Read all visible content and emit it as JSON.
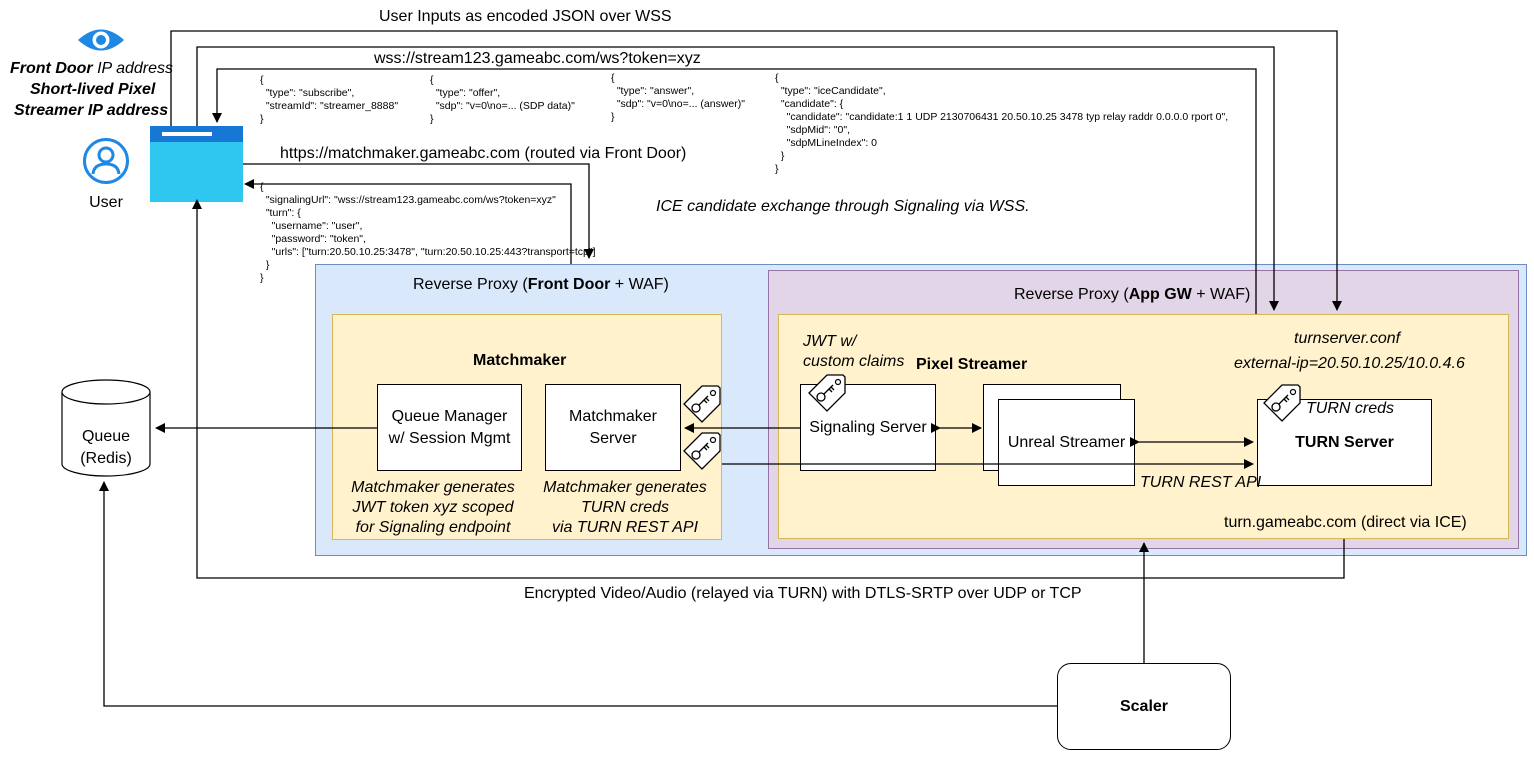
{
  "top_arrow_label": "User Inputs as encoded JSON over WSS",
  "wss_url_label": "wss://stream123.gameabc.com/ws?token=xyz",
  "https_label": "https://matchmaker.gameabc.com (routed via Front Door)",
  "ice_exchange_label": "ICE candidate exchange through Signaling via WSS.",
  "video_label": "Encrypted Video/Audio (relayed via TURN) with DTLS-SRTP over UDP or TCP",
  "user": {
    "label": "User",
    "ip_line1_bold": "Front Door",
    "ip_line1_rest": " IP address",
    "ip_line2": "Short-lived Pixel",
    "ip_line3": "Streamer IP address"
  },
  "json_messages": {
    "subscribe": "{\n  \"type\": \"subscribe\",\n  \"streamId\": \"streamer_8888\"\n}",
    "offer": "{\n  \"type\": \"offer\",\n  \"sdp\": \"v=0\\no=... (SDP data)\"\n}",
    "answer": "{\n  \"type\": \"answer\",\n  \"sdp\": \"v=0\\no=... (answer)\"\n}",
    "ice_candidate": "{\n  \"type\": \"iceCandidate\",\n  \"candidate\": {\n    \"candidate\": \"candidate:1 1 UDP 2130706431 20.50.10.25 3478 typ relay raddr 0.0.0.0 rport 0\",\n    \"sdpMid\": \"0\",\n    \"sdpMLineIndex\": 0\n  }\n}",
    "signaling_response": "{\n  \"signalingUrl\": \"wss://stream123.gameabc.com/ws?token=xyz\"\n  \"turn\": {\n    \"username\": \"user\",\n    \"password\": \"token\",\n    \"urls\": [\"turn:20.50.10.25:3478\", \"turn:20.50.10.25:443?transport=tcp\"]\n  }\n}"
  },
  "front_door": {
    "prefix": "Reverse Proxy (",
    "bold": "Front Door",
    "suffix": " + WAF)"
  },
  "app_gw": {
    "prefix": "Reverse Proxy (",
    "bold": "App GW",
    "suffix": " + WAF)"
  },
  "matchmaker": {
    "title": "Matchmaker",
    "queue_manager": "Queue Manager\nw/ Session Mgmt",
    "server": "Matchmaker\nServer",
    "note_jwt": "Matchmaker generates\nJWT token xyz scoped\nfor Signaling endpoint",
    "note_turn": "Matchmaker generates\nTURN creds\nvia TURN REST API"
  },
  "pixel_streamer": {
    "title": "Pixel Streamer",
    "jwt_note": "JWT w/\ncustom claims",
    "signaling_server": "Signaling Server",
    "unreal_streamer": "Unreal Streamer",
    "turn_conf": "turnserver.conf",
    "external_ip": "external-ip=20.50.10.25/10.0.4.6",
    "turn_creds": "TURN creds",
    "turn_server": "TURN Server",
    "turn_rest_api": "TURN REST API",
    "turn_domain": "turn.gameabc.com (direct via ICE)"
  },
  "queue": {
    "line1": "Queue",
    "line2": "(Redis)"
  },
  "scaler": "Scaler",
  "icons": [
    "eye-icon",
    "user-icon",
    "browser-window-icon",
    "database-icon",
    "key-tag-icon"
  ],
  "colors": {
    "front_door_fill": "#dae8fc",
    "front_door_stroke": "#6c8ebf",
    "app_gw_fill": "#e1d5e7",
    "app_gw_stroke": "#9673a6",
    "service_fill": "#fff2cc",
    "service_stroke": "#d6b656",
    "accent_blue": "#1e88e5",
    "browser_fill": "#2fc6f0"
  }
}
